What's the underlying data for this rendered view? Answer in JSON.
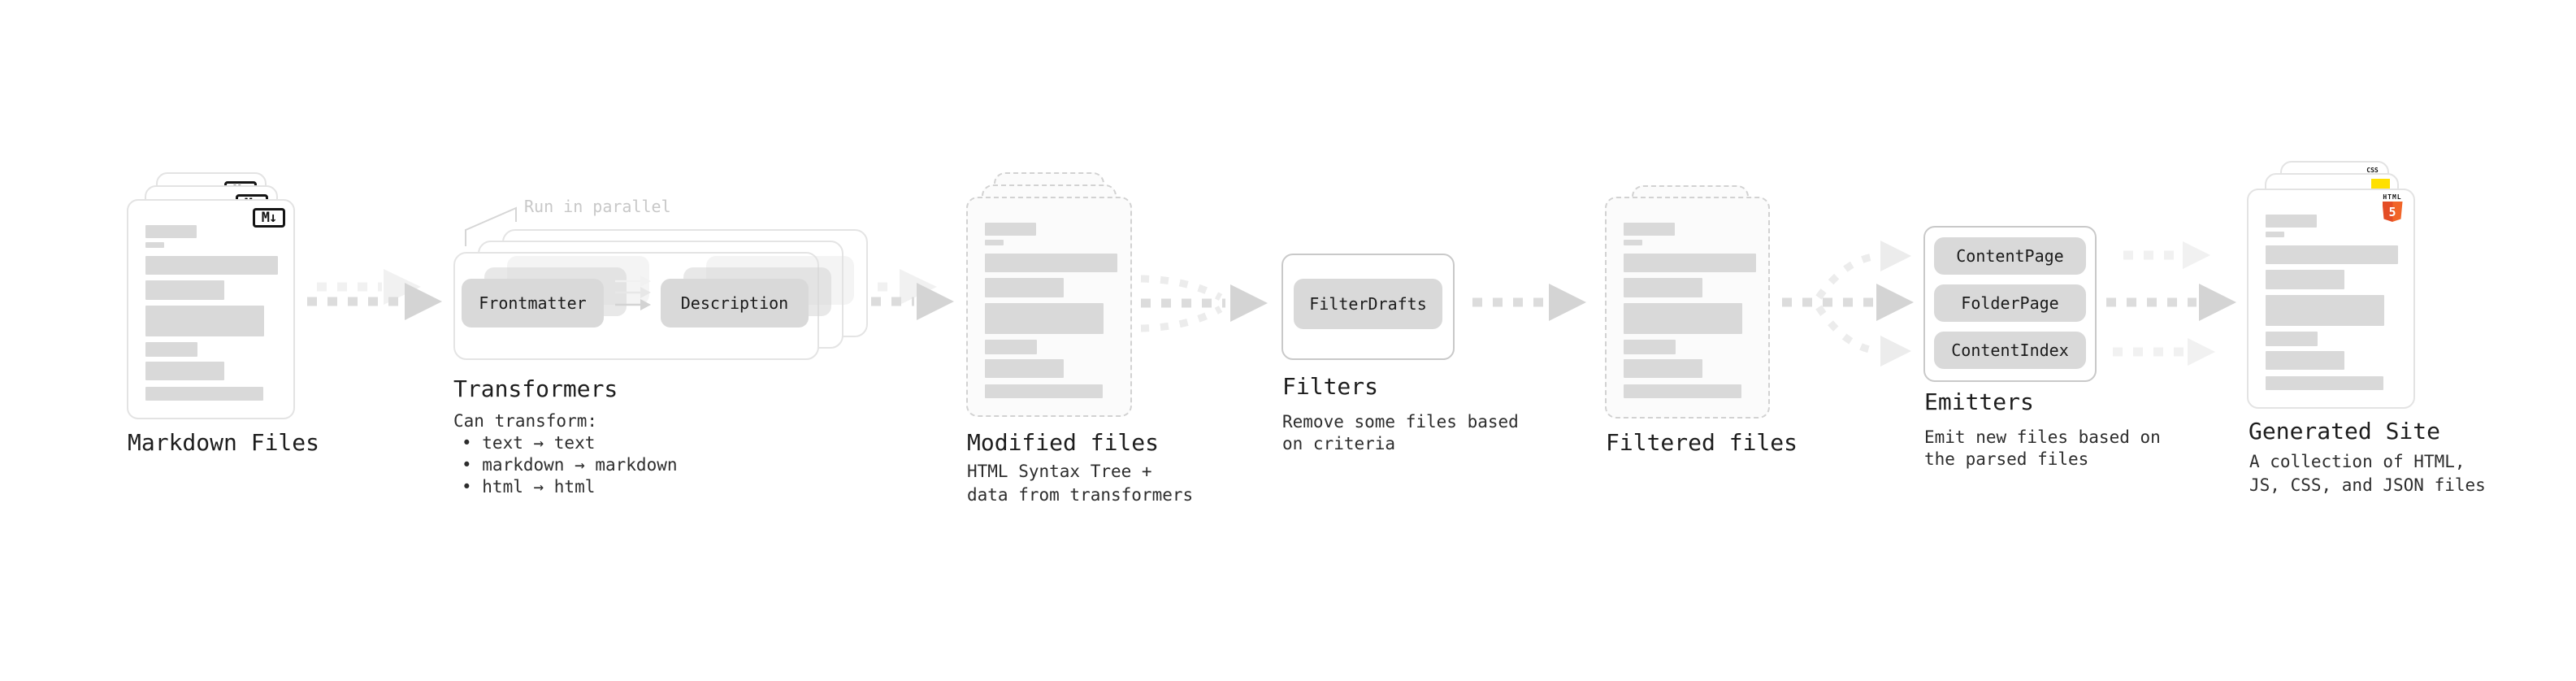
{
  "markdown": {
    "title": "Markdown Files",
    "badge": "M↓"
  },
  "transformers": {
    "title": "Transformers",
    "annotation": "Run in parallel",
    "pills": [
      "Frontmatter",
      "Description"
    ],
    "caption": "Can transform:",
    "bullets": [
      "• text → text",
      "• markdown → markdown",
      "• html → html"
    ]
  },
  "modified": {
    "title": "Modified files",
    "caption": [
      "HTML Syntax Tree +",
      "data from transformers"
    ]
  },
  "filters": {
    "title": "Filters",
    "pill": "FilterDrafts",
    "caption": [
      "Remove some files based",
      "on criteria"
    ]
  },
  "filtered": {
    "title": "Filtered files"
  },
  "emitters": {
    "title": "Emitters",
    "pills": [
      "ContentPage",
      "FolderPage",
      "ContentIndex"
    ],
    "caption": [
      "Emit new files based on",
      "the parsed files"
    ]
  },
  "generated": {
    "title": "Generated Site",
    "caption": [
      "A collection of HTML,",
      "JS, CSS, and JSON files"
    ],
    "badges": {
      "css": "CSS",
      "html": "HTML",
      "html_number": "5"
    }
  },
  "colors": {
    "js_yellow": "#ffe000",
    "html5_orange": "#e44d26",
    "html5_orange_light": "#f16529",
    "css_blue": "#2965f1",
    "pill_gray": "#d9d9d9",
    "skeleton_gray": "#d9d9d9",
    "arrow_gray": "#dcdcdc",
    "annotation_gray": "#c8c8c8"
  }
}
